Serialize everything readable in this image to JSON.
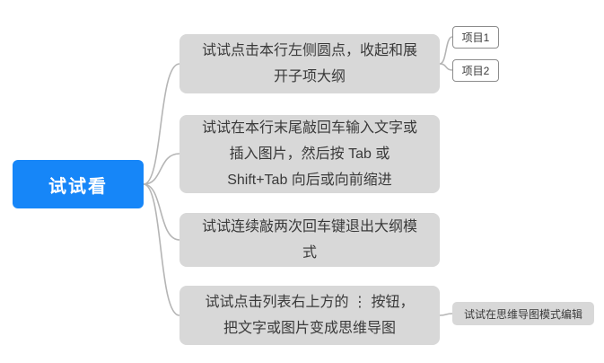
{
  "root": {
    "label": "试试看"
  },
  "branches": [
    {
      "lines": [
        "试试点击本行左侧圆点，收起和展",
        "开子项大纲"
      ],
      "children": [
        {
          "label": "项目1"
        },
        {
          "label": "项目2"
        }
      ]
    },
    {
      "lines": [
        "试试在本行末尾敲回车输入文字或",
        "插入图片，然后按 Tab 或",
        "Shift+Tab 向后或向前缩进"
      ]
    },
    {
      "lines": [
        "试试连续敲两次回车键退出大纲模",
        "式"
      ]
    },
    {
      "lines": [
        "试试点击列表右上方的 ⋮ 按钮，",
        "把文字或图片变成思维导图"
      ],
      "children": [
        {
          "label": "试试在思维导图模式编辑"
        }
      ]
    }
  ],
  "colors": {
    "root_bg": "#1686F8",
    "node_bg": "#D8D8D8",
    "node_text": "#3A3A3A",
    "connector": "#B5B5B5",
    "leaf_border": "#8C8C8C"
  }
}
